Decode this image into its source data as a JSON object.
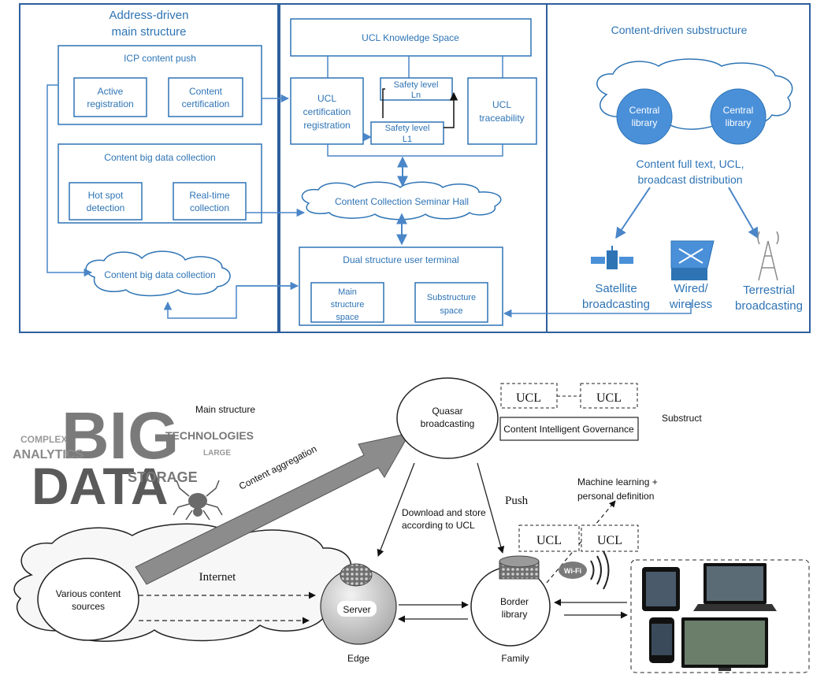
{
  "top": {
    "left_panel": {
      "title_line1": "Address-driven",
      "title_line2": "main structure",
      "icp_push": "ICP content push",
      "active_registration": [
        "Active",
        "registration"
      ],
      "content_certification": [
        "Content",
        "certification"
      ],
      "big_data_collection": "Content big data collection",
      "hot_spot": [
        "Hot spot",
        "detection"
      ],
      "realtime": [
        "Real-time",
        "collection"
      ],
      "cloud_big_data": "Content big data collection"
    },
    "middle_panel": {
      "knowledge_space": "UCL Knowledge Space",
      "ucl_cert": [
        "UCL",
        "certification",
        "registration"
      ],
      "safety_ln": [
        "Safety level",
        "Ln"
      ],
      "safety_l1": [
        "Safety level",
        "L1"
      ],
      "ucl_trace": [
        "UCL",
        "traceability"
      ],
      "seminar_hall": "Content Collection Seminar Hall",
      "dual_terminal": "Dual structure user terminal",
      "main_space": [
        "Main",
        "structure",
        "space"
      ],
      "sub_space": [
        "Substructure",
        "space"
      ]
    },
    "right_panel": {
      "title": "Content-driven substructure",
      "central_library_1": [
        "Central",
        "library"
      ],
      "central_library_2": [
        "Central",
        "library"
      ],
      "distribution_line1": "Content full text, UCL,",
      "distribution_line2": "broadcast distribution",
      "satellite": [
        "Satellite",
        "broadcasting"
      ],
      "wired": [
        "Wired/",
        "wireless"
      ],
      "terrestrial": [
        "Terrestrial",
        "broadcasting"
      ]
    }
  },
  "bottom": {
    "main_structure": "Main structure",
    "substruct": "Substruct",
    "wordcloud": {
      "big": "BIG",
      "data": "DATA",
      "analytics": "ANALYTICS",
      "storage": "STORAGE",
      "technologies": "TECHNOLOGIES",
      "complex": "COMPLEX",
      "large": "LARGE"
    },
    "content_aggregation": "Content aggregation",
    "quasar": [
      "Quasar",
      "broadcasting"
    ],
    "ucl_a": "UCL",
    "ucl_b": "UCL",
    "governance": "Content Intelligent Governance",
    "download_store": [
      "Download and store",
      "according to UCL"
    ],
    "push": "Push",
    "machine_learning": [
      "Machine learning +",
      "personal definition"
    ],
    "ucl_c": "UCL",
    "ucl_d": "UCL",
    "internet": "Internet",
    "various_sources": [
      "Various content",
      "sources"
    ],
    "server": "Server",
    "edge": "Edge",
    "border_library": [
      "Border",
      "library"
    ],
    "family": "Family",
    "wifi": "Wi-Fi"
  },
  "colors": {
    "diagram_blue": "#2e74b5",
    "panel_border": "#2e5f9e",
    "arrow_gray": "#8c8c8c",
    "circle_fill": "#4a90d9"
  }
}
